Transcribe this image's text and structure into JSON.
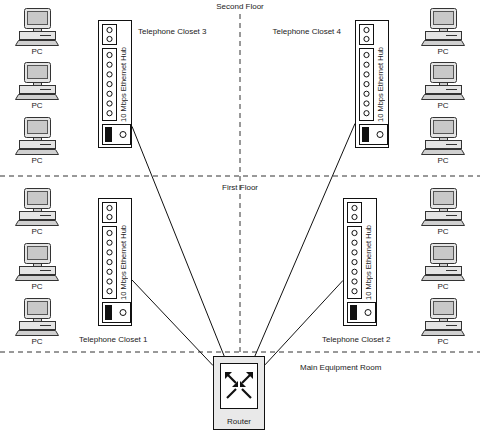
{
  "diagram": {
    "nodes": [
      {
        "text": [
          "Telephone Closet 3",
          "10 Mbps Ethernet Hub"
        ]
      },
      {
        "text": [
          "Telephone Closet 4",
          "10 Mbps Ethernet Hub"
        ]
      },
      {
        "text": [
          "Telephone Closet 1",
          "10 Mbps Ethernet Hub"
        ]
      },
      {
        "text": [
          "Telephone Closet 2",
          "10 Mbps Ethernet Hub"
        ]
      },
      {
        "text": [
          "Router"
        ]
      },
      {
        "text": [
          "PC"
        ]
      },
      {
        "text": [
          "PC"
        ]
      },
      {
        "text": [
          "PC"
        ]
      },
      {
        "text": [
          "PC"
        ]
      },
      {
        "text": [
          "PC"
        ]
      },
      {
        "text": [
          "PC"
        ]
      },
      {
        "text": [
          "PC"
        ]
      },
      {
        "text": [
          "PC"
        ]
      },
      {
        "text": [
          "PC"
        ]
      },
      {
        "text": [
          "PC"
        ]
      },
      {
        "text": [
          "PC"
        ]
      },
      {
        "text": [
          "PC"
        ]
      }
    ],
    "edges": [
      {
        "from": 0,
        "to": 4,
        "arrow": "none"
      },
      {
        "from": 1,
        "to": 4,
        "arrow": "none"
      },
      {
        "from": 2,
        "to": 4,
        "arrow": "none"
      },
      {
        "from": 3,
        "to": 4,
        "arrow": "none"
      }
    ],
    "labels": [
      "Second Floor",
      "First Floor",
      "Main Equipment Room"
    ]
  }
}
